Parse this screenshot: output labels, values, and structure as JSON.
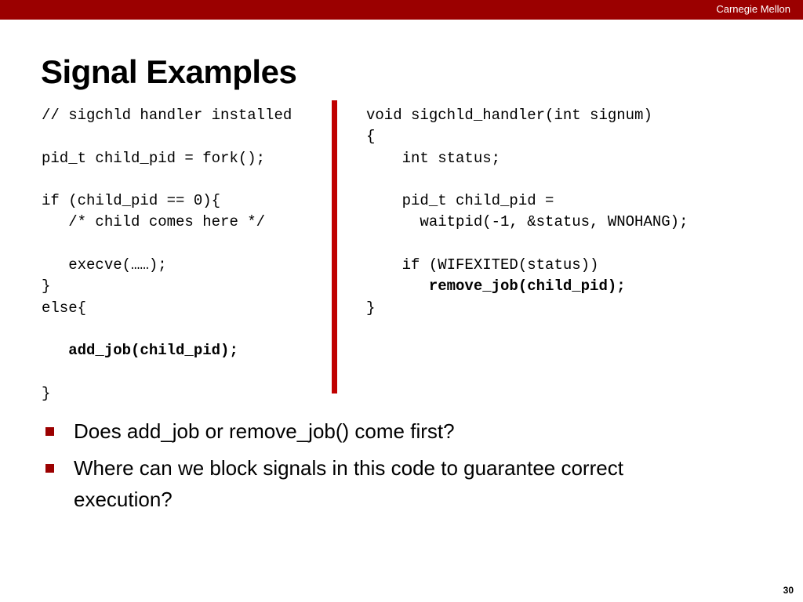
{
  "header": {
    "brand": "Carnegie Mellon",
    "accent_color": "#9b0000"
  },
  "title": "Signal Examples",
  "code_left": [
    {
      "text": "// sigchld handler installed",
      "bold": false
    },
    {
      "text": "",
      "bold": false
    },
    {
      "text": "pid_t child_pid = fork();",
      "bold": false
    },
    {
      "text": "",
      "bold": false
    },
    {
      "text": "if (child_pid == 0){",
      "bold": false
    },
    {
      "text": "   /* child comes here */",
      "bold": false
    },
    {
      "text": "",
      "bold": false
    },
    {
      "text": "   execve(……);",
      "bold": false
    },
    {
      "text": "}",
      "bold": false
    },
    {
      "text": "else{",
      "bold": false
    },
    {
      "text": "",
      "bold": false
    },
    {
      "text": "   add_job(child_pid);",
      "bold": true
    },
    {
      "text": "",
      "bold": false
    },
    {
      "text": "}",
      "bold": false
    }
  ],
  "code_right": [
    {
      "text": "void sigchld_handler(int signum)",
      "bold": false
    },
    {
      "text": "{",
      "bold": false
    },
    {
      "text": "    int status;",
      "bold": false
    },
    {
      "text": "",
      "bold": false
    },
    {
      "text": "    pid_t child_pid =",
      "bold": false
    },
    {
      "text": "      waitpid(-1, &status, WNOHANG);",
      "bold": false
    },
    {
      "text": "",
      "bold": false
    },
    {
      "text": "    if (WIFEXITED(status))",
      "bold": false
    },
    {
      "text": "       remove_job(child_pid);",
      "bold": true
    },
    {
      "text": "}",
      "bold": false
    }
  ],
  "bullets": [
    "Does add_job or remove_job() come first?",
    "Where can we block signals in this code to guarantee correct execution?"
  ],
  "page_number": "30"
}
